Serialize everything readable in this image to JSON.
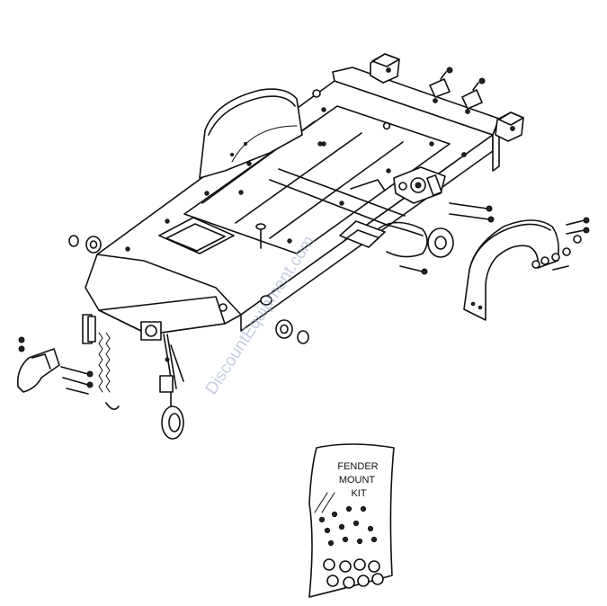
{
  "watermark": "DiscountEquipment.com",
  "kit_label": {
    "line1": "FENDER",
    "line2": "MOUNT",
    "line3": "KIT"
  }
}
